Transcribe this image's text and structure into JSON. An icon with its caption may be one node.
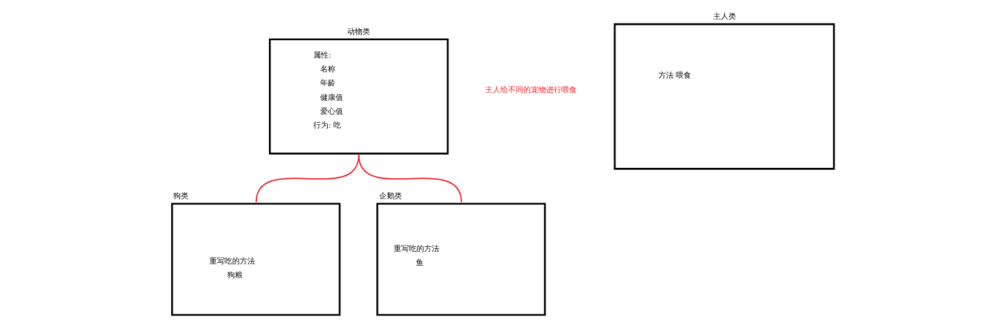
{
  "diagram": {
    "nodes": [
      {
        "text": [
          "动物类",
          "属性:",
          "名称",
          "年龄",
          "健康值",
          "爱心值",
          "行为: 吃"
        ]
      },
      {
        "text": [
          "狗类",
          "重写吃的方法",
          "狗粮"
        ]
      },
      {
        "text": [
          "企鹅类",
          "重写吃的方法",
          "鱼"
        ]
      },
      {
        "text": [
          "主人类",
          "方法 喂食"
        ]
      }
    ],
    "edges": [
      {
        "from": 0,
        "to": 1,
        "arrow": "none",
        "color": "#ed1c24"
      },
      {
        "from": 0,
        "to": 2,
        "arrow": "none",
        "color": "#ed1c24"
      }
    ],
    "labels": [
      "主人给不同的宠物进行喂食"
    ]
  }
}
